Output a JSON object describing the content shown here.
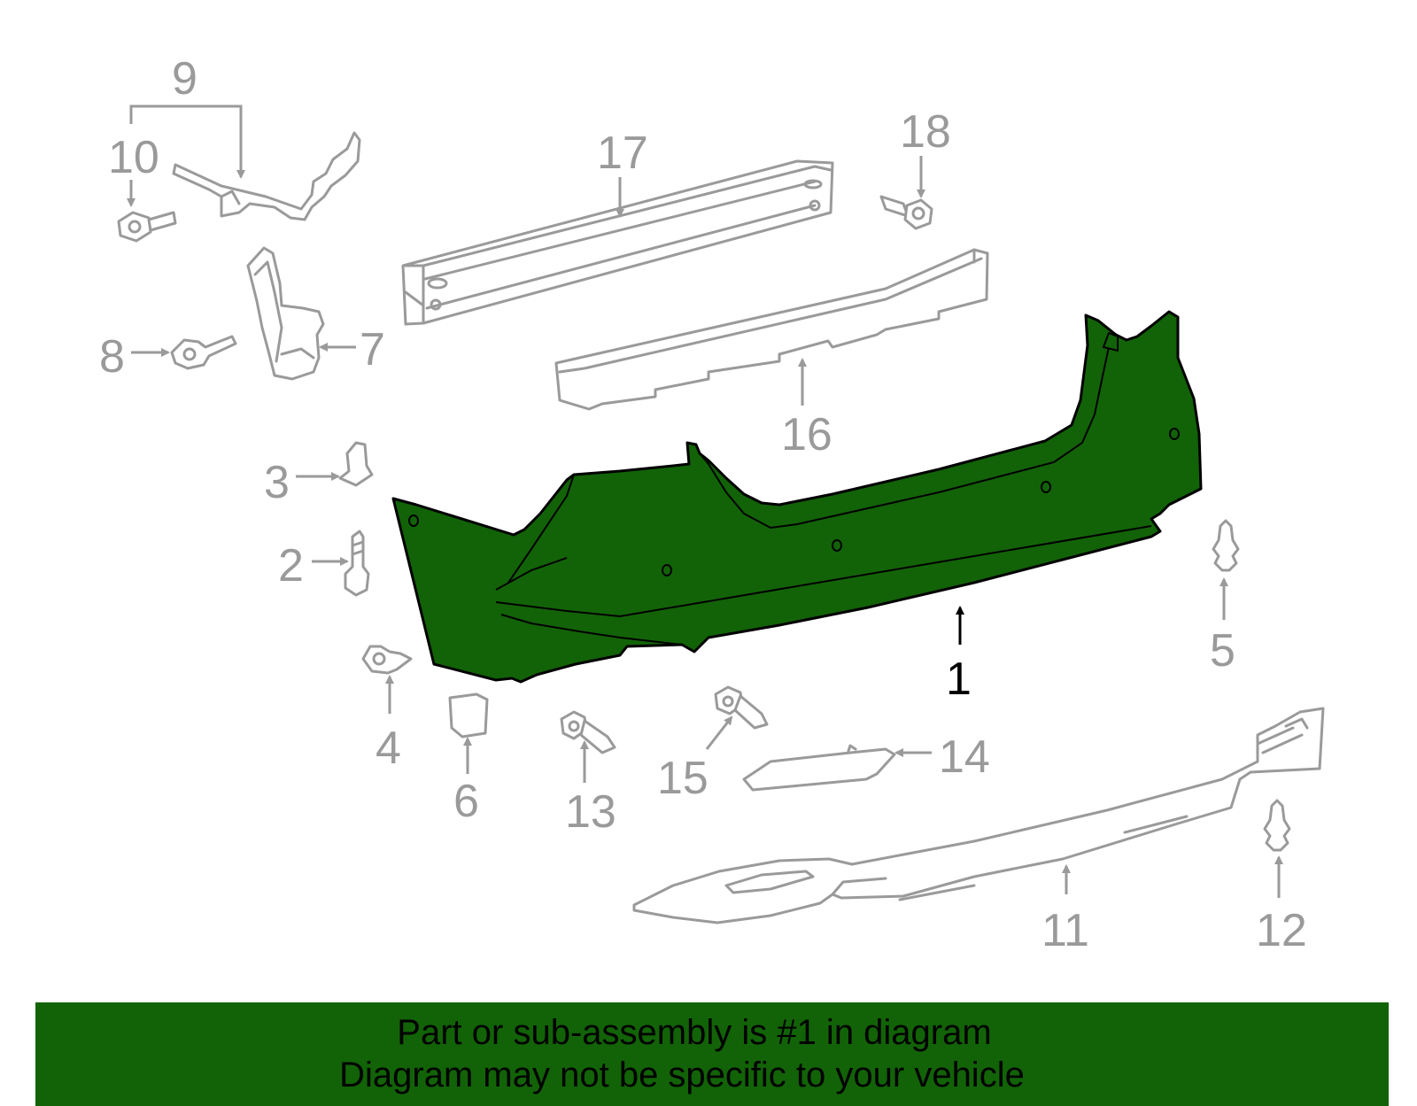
{
  "diagram": {
    "highlight_color": "#126307",
    "part_line_color": "#9a9a9a",
    "callouts": {
      "c1": "1",
      "c2": "2",
      "c3": "3",
      "c4": "4",
      "c5": "5",
      "c6": "6",
      "c7": "7",
      "c8": "8",
      "c9": "9",
      "c10": "10",
      "c11": "11",
      "c12": "12",
      "c13": "13",
      "c14": "14",
      "c15": "15",
      "c16": "16",
      "c17": "17",
      "c18": "18"
    }
  },
  "banner": {
    "line1": "Part or sub-assembly is #1 in diagram",
    "line2": "Diagram may not be specific to your vehicle",
    "background": "#126307"
  }
}
